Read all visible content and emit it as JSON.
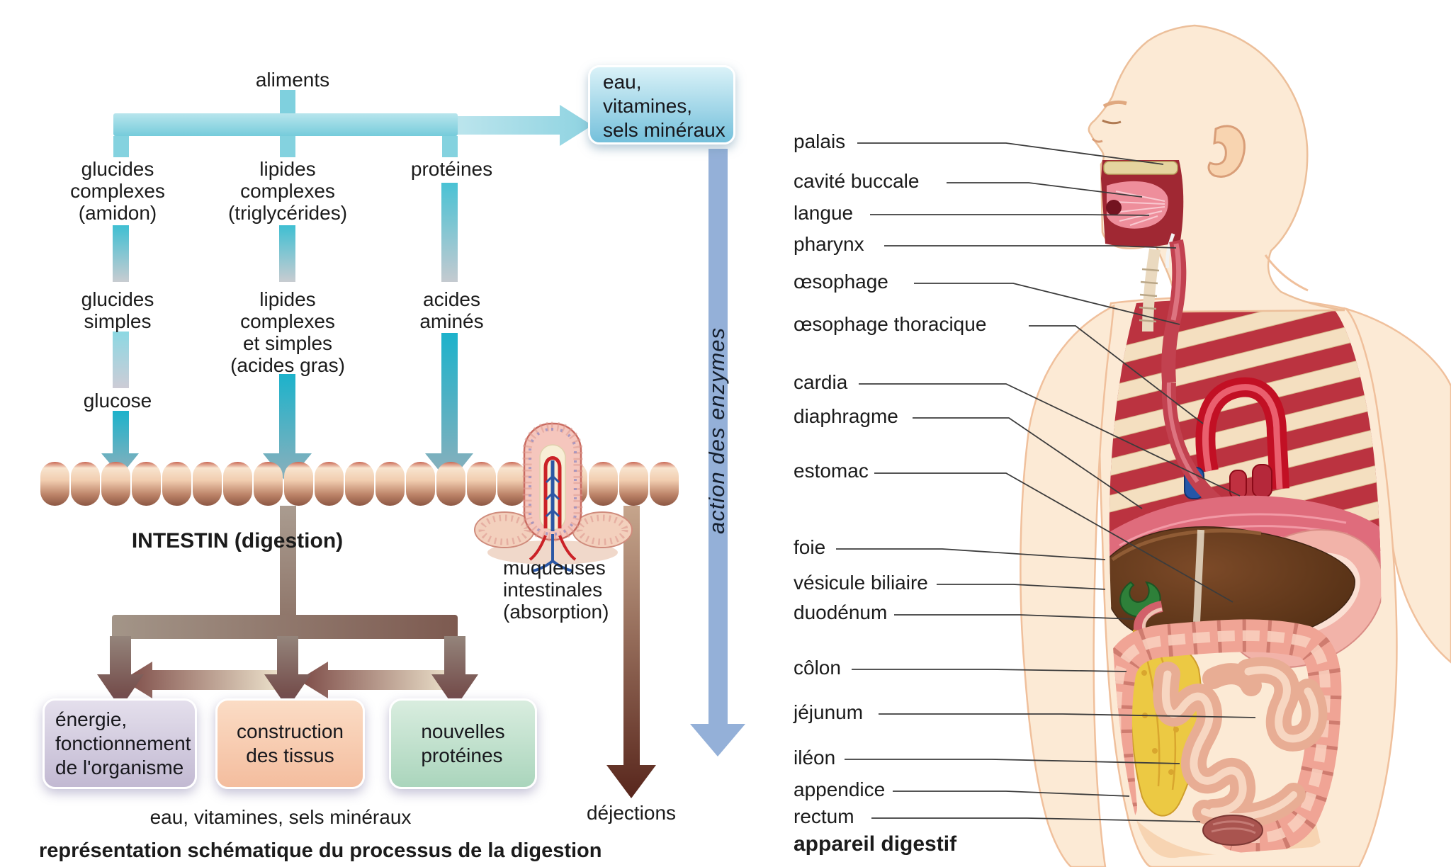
{
  "flow": {
    "aliments": "aliments",
    "water_box": "eau,\nvitamines,\nsels minéraux",
    "row1": [
      "glucides\ncomplexes\n(amidon)",
      "lipides\ncomplexes\n(triglycérides)",
      "protéines"
    ],
    "row2": [
      "glucides\nsimples",
      "lipides\ncomplexes\net simples\n(acides gras)",
      "acides\naminés"
    ],
    "glucose": "glucose",
    "intestin": "INTESTIN (digestion)",
    "muqueuses": "muqueuses\nintestinales\n(absorption)",
    "enzymes": "action des enzymes",
    "boxes": [
      "énergie,\nfonctionnement\nde l'organisme",
      "construction\ndes tissus",
      "nouvelles\nprotéines"
    ],
    "water_note": "eau, vitamines, sels minéraux",
    "dejections": "déjections",
    "caption": "représentation schématique du processus de la digestion"
  },
  "anatomy": {
    "labels": [
      "palais",
      "cavité buccale",
      "langue",
      "pharynx",
      "œsophage",
      "œsophage thoracique",
      "cardia",
      "diaphragme",
      "estomac",
      "foie",
      "vésicule biliaire",
      "duodénum",
      "côlon",
      "jéjunum",
      "iléon",
      "appendice",
      "rectum"
    ],
    "caption": "appareil digestif"
  },
  "colors": {
    "teal_strong": "#1db4cc",
    "teal_light": "#8ed3e1",
    "enzyme_blue": "#94b0d8",
    "maroon": "#6e3c3c",
    "dejections_dark": "#58261c",
    "box_water_bottom": "#74c0db",
    "box_energy": "#c2b9d2",
    "box_tissus": "#f4bd9e",
    "box_proteines": "#aad5bc",
    "intestine_band": "#f1cdb0",
    "liver_brown": "#5e3a20",
    "gallbladder_green": "#2e8039",
    "omentum_yellow": "#ecc943",
    "skin": "#fcead5"
  }
}
